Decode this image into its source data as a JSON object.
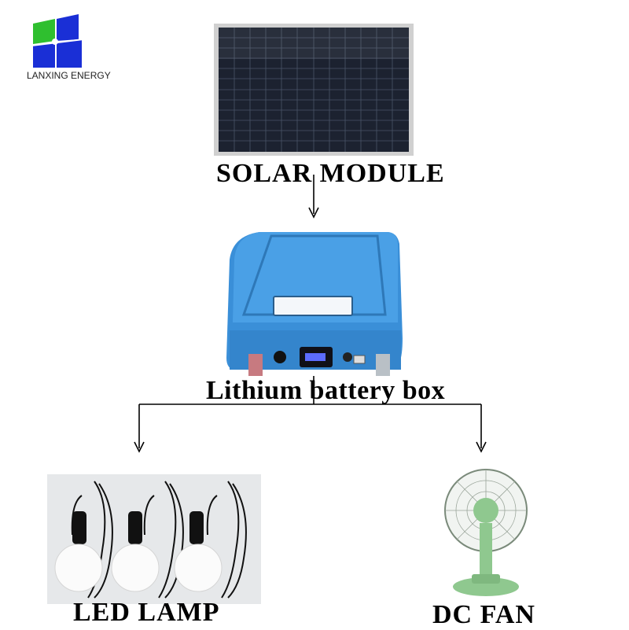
{
  "brand": {
    "name": "LANXING ENERGY",
    "logo_color": "#1a2fd6",
    "logo_accent": "#2fbf2f"
  },
  "labels": {
    "solar_module": "SOLAR MODULE",
    "battery_box": "Lithium battery box",
    "led_lamp": "LED LAMP",
    "dc_fan": "DC FAN"
  },
  "colors": {
    "panel_frame": "#c9c9c9",
    "panel_cells": "#1c2230",
    "battery_body": "#3a8fd8",
    "fan_body": "#8fc88f",
    "arrows": "#000000"
  }
}
